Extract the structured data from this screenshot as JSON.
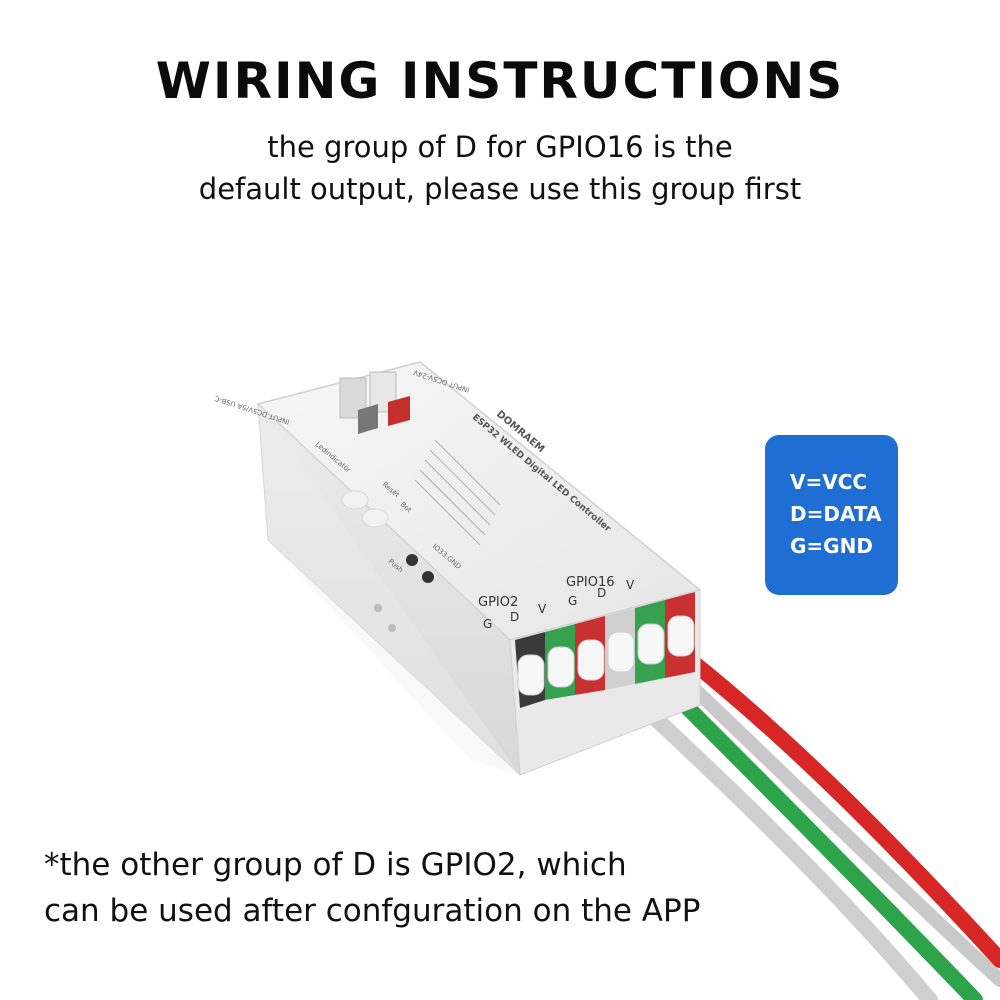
{
  "header": {
    "title": "WIRING INSTRUCTIONS",
    "subtitle_line1": "the group of D for GPIO16 is the",
    "subtitle_line2": "default output, please use this group first"
  },
  "legend": {
    "line1": "V=VCC",
    "line2": "D=DATA",
    "line3": "G=GND",
    "color": "#1f6ed4"
  },
  "device": {
    "brand": "DOMRAEM",
    "model_title": "ESP32 WLED Digital LED Controller",
    "input_usb": "INPUT DC5V/5A USB-C",
    "input_dc": "INPUT DC5V-24V",
    "label_ledindicator": "Ledindicator",
    "label_reset": "Reset",
    "label_boot": "Bot",
    "label_io33": "IO33 GND",
    "label_push": "Push",
    "port_gpio2": "GPIO2",
    "port_gpio16": "GPIO16",
    "pins_gpio2": [
      "G",
      "D",
      "V"
    ],
    "pins_gpio16": [
      "G",
      "D",
      "V"
    ],
    "wire_colors": {
      "vcc": "#d62626",
      "data": "#2ea44a",
      "gnd": "#c9c9c9"
    }
  },
  "note": {
    "line1": "*the other group of D is GPIO2, which",
    "line2": "can be used after confguration on the APP"
  }
}
